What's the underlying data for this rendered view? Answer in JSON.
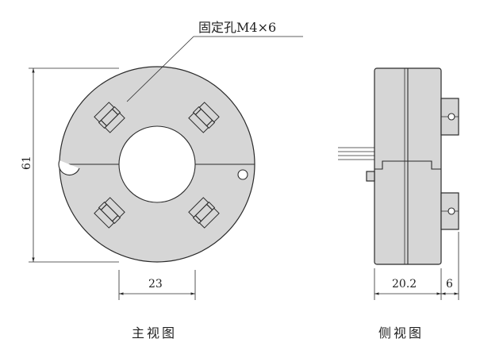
{
  "callout": {
    "text": "固定孔M4×6"
  },
  "dimensions": {
    "front_height": "61",
    "front_width": "23",
    "side_width": "20.2",
    "side_pin": "6"
  },
  "captions": {
    "front": "主视图",
    "side": "侧视图"
  }
}
